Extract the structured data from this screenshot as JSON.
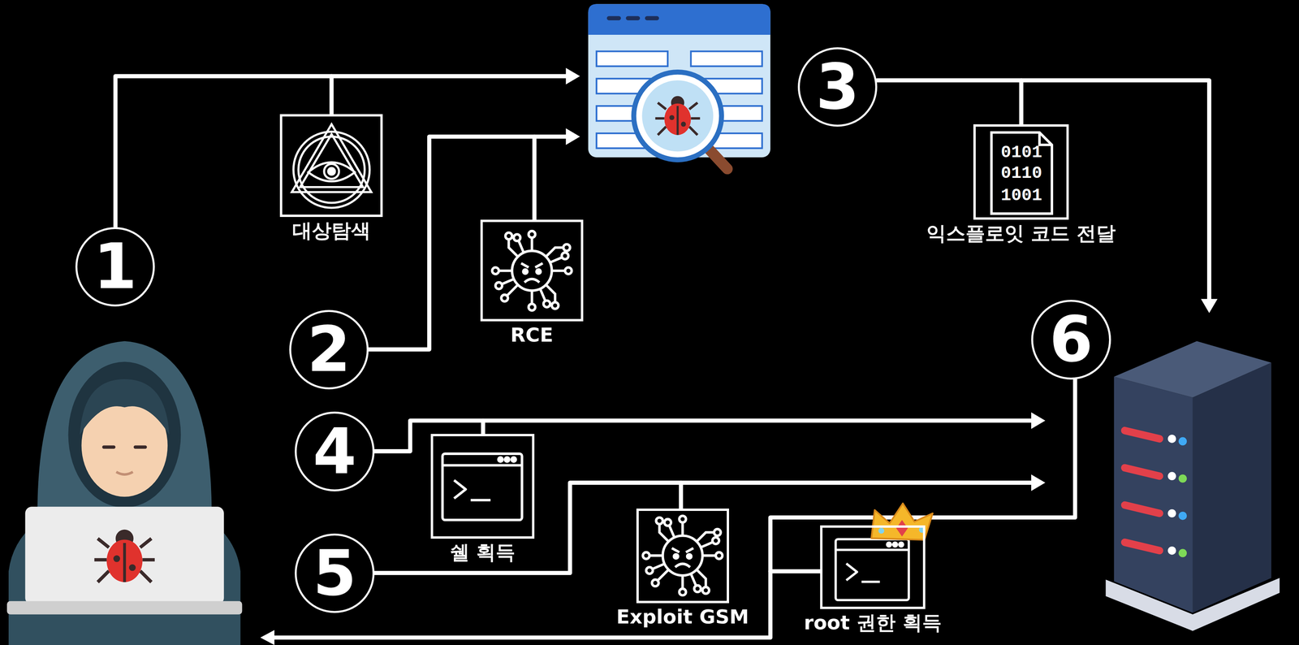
{
  "diagram": {
    "nodes": [
      {
        "text": [
          "1"
        ]
      },
      {
        "text": [
          "대상탐색"
        ]
      },
      {
        "text": [
          "2"
        ]
      },
      {
        "text": [
          "RCE"
        ]
      },
      {
        "text": [
          "3"
        ]
      },
      {
        "text": [
          "익스플로잇 코드 전달"
        ]
      },
      {
        "text": [
          "4"
        ]
      },
      {
        "text": [
          "쉘 획득"
        ]
      },
      {
        "text": [
          "5"
        ]
      },
      {
        "text": [
          "Exploit GSM"
        ]
      },
      {
        "text": [
          "6"
        ]
      },
      {
        "text": [
          "root 권한 획득"
        ]
      }
    ],
    "labels": [
      "0101",
      "0110",
      "1001"
    ]
  }
}
